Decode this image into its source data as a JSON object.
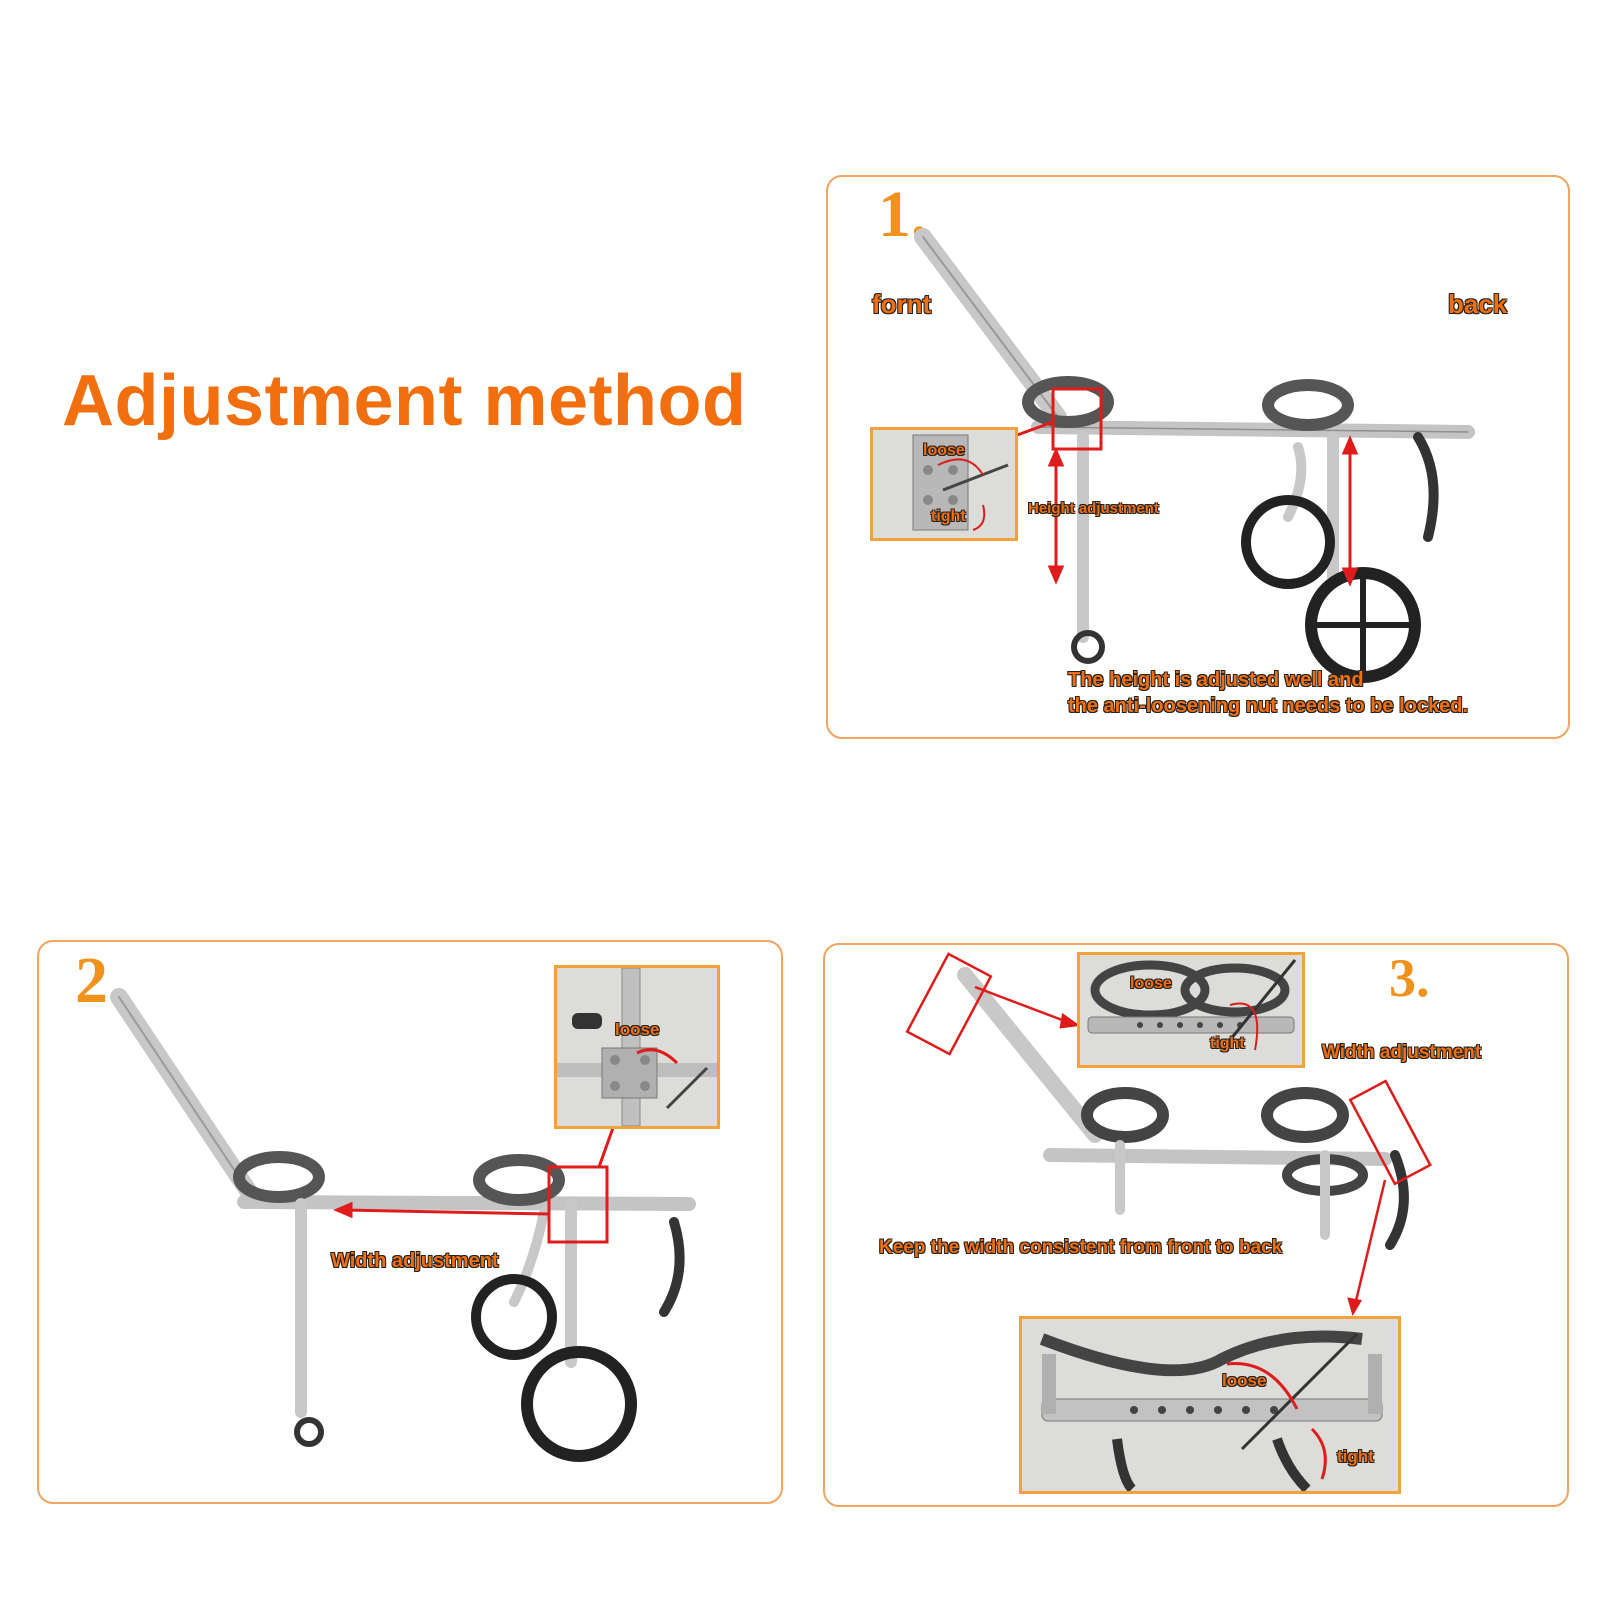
{
  "title": "Adjustment method",
  "panels": {
    "p1": {
      "step": "1.",
      "front": "fornt",
      "back": "back",
      "loose": "loose",
      "tight": "tight",
      "height_adjustment": "Height adjustment",
      "note_line1": "The height is adjusted well and",
      "note_line2": "the anti-loosening nut needs to be locked."
    },
    "p2": {
      "step": "2.",
      "loose": "loose",
      "width_adjustment": "Width adjustment"
    },
    "p3": {
      "step": "3.",
      "loose_top": "loose",
      "tight_top": "tight",
      "width_adjustment": "Width adjustment",
      "keep_width": "Keep the width consistent from front to back",
      "loose_bottom": "loose",
      "tight_bottom": "tight"
    }
  },
  "colors": {
    "accent_orange": "#f26f10",
    "step_orange": "#f0921c",
    "border_orange": "#f3a45e",
    "arrow_red": "#e01b1b"
  }
}
